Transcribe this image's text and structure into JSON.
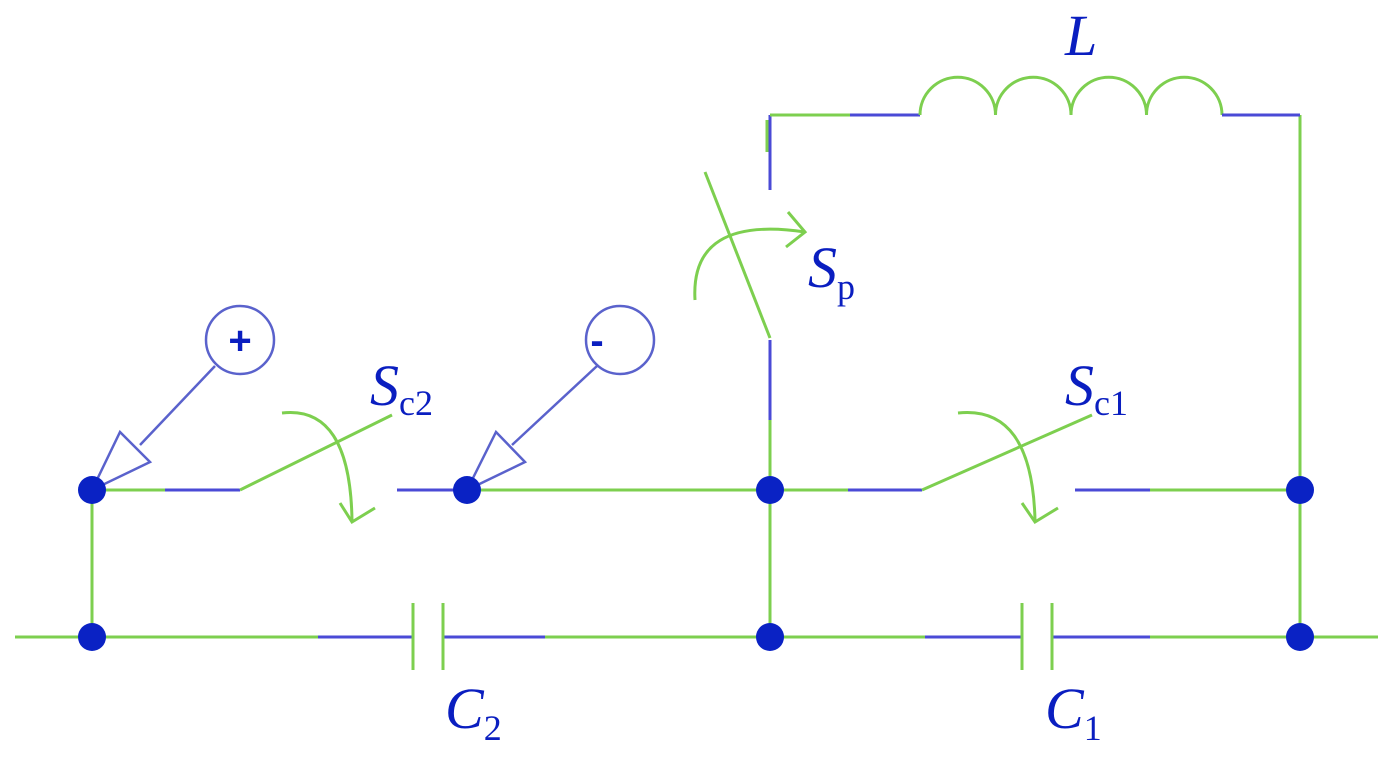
{
  "labels": {
    "inductor": "L",
    "switch_p": {
      "main": "S",
      "sub": "p"
    },
    "switch_c2": {
      "main": "S",
      "sub": "c2"
    },
    "switch_c1": {
      "main": "S",
      "sub": "c1"
    },
    "capacitor_2": {
      "main": "C",
      "sub": "2"
    },
    "capacitor_1": {
      "main": "C",
      "sub": "1"
    }
  },
  "probes": {
    "positive": "+",
    "negative": "-"
  },
  "colors": {
    "wire_green": "#7dcf4f",
    "wire_blue": "#4a4ad6",
    "node": "#0a22c4",
    "label": "#0a1ec0"
  }
}
